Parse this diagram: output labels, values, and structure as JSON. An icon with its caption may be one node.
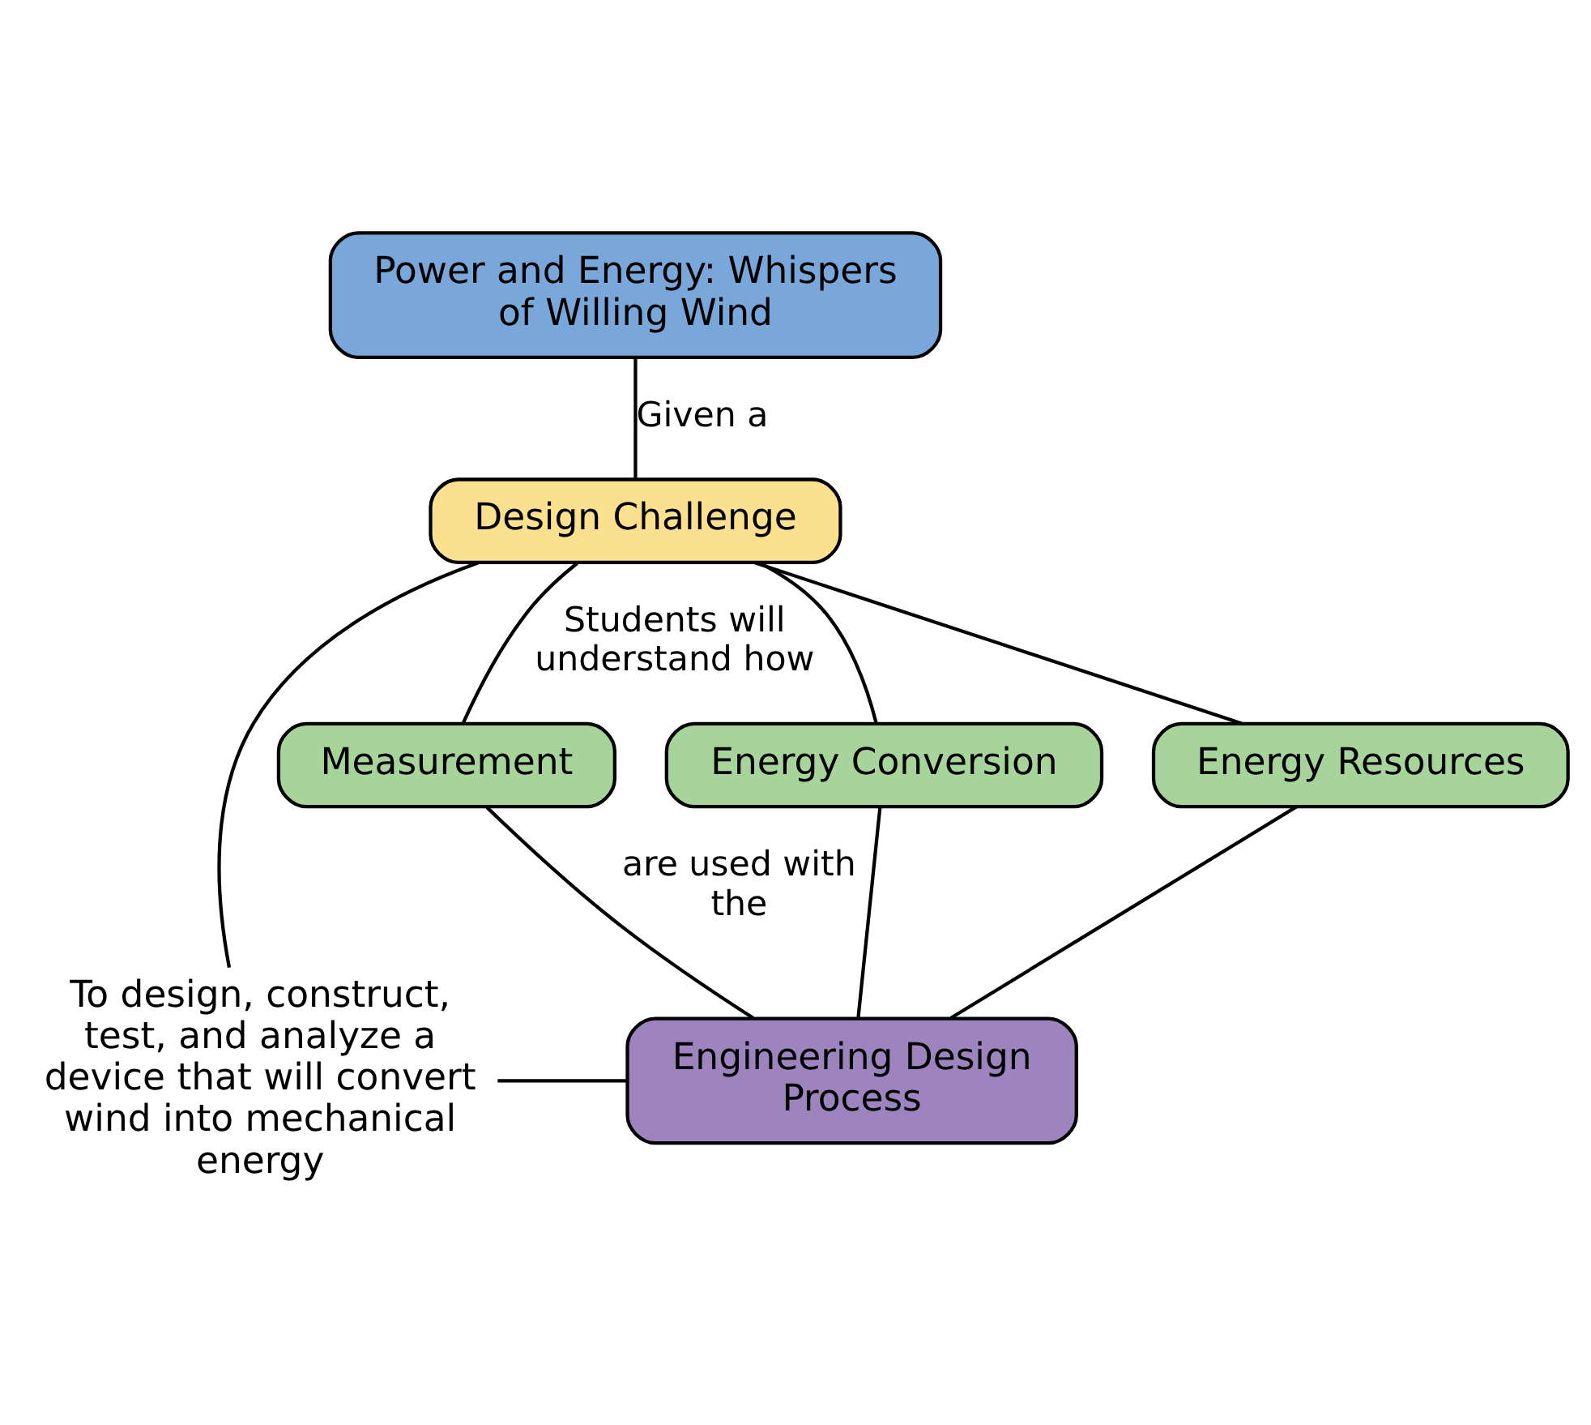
{
  "diagram": {
    "nodes": [
      {
        "text": [
          "Power and Energy: Whispers of Willing Wind"
        ]
      },
      {
        "text": [
          "Design Challenge"
        ]
      },
      {
        "text": [
          "Energy Resources"
        ]
      },
      {
        "text": [
          "Measurement"
        ]
      },
      {
        "text": [
          "Energy Conversion"
        ]
      },
      {
        "text": [
          "Engineering Design Process"
        ]
      },
      {
        "text": [
          "To design, construct, test, and analyze a device that will convert wind into mechanical energy"
        ]
      }
    ],
    "edges": [
      {
        "from": 0,
        "to": 1,
        "arrow": "none",
        "label": "Given a"
      },
      {
        "from": 1,
        "to": 2,
        "arrow": "none"
      },
      {
        "from": 1,
        "to": 3,
        "arrow": "none",
        "label": "Students will understand how"
      },
      {
        "from": 1,
        "to": 4,
        "arrow": "none"
      },
      {
        "from": 2,
        "to": 5,
        "arrow": "none"
      },
      {
        "from": 3,
        "to": 5,
        "arrow": "none",
        "label": "are used with the"
      },
      {
        "from": 4,
        "to": 5,
        "arrow": "none"
      },
      {
        "from": 1,
        "to": 6,
        "arrow": "none"
      },
      {
        "from": 6,
        "to": 5,
        "arrow": "none"
      }
    ]
  }
}
